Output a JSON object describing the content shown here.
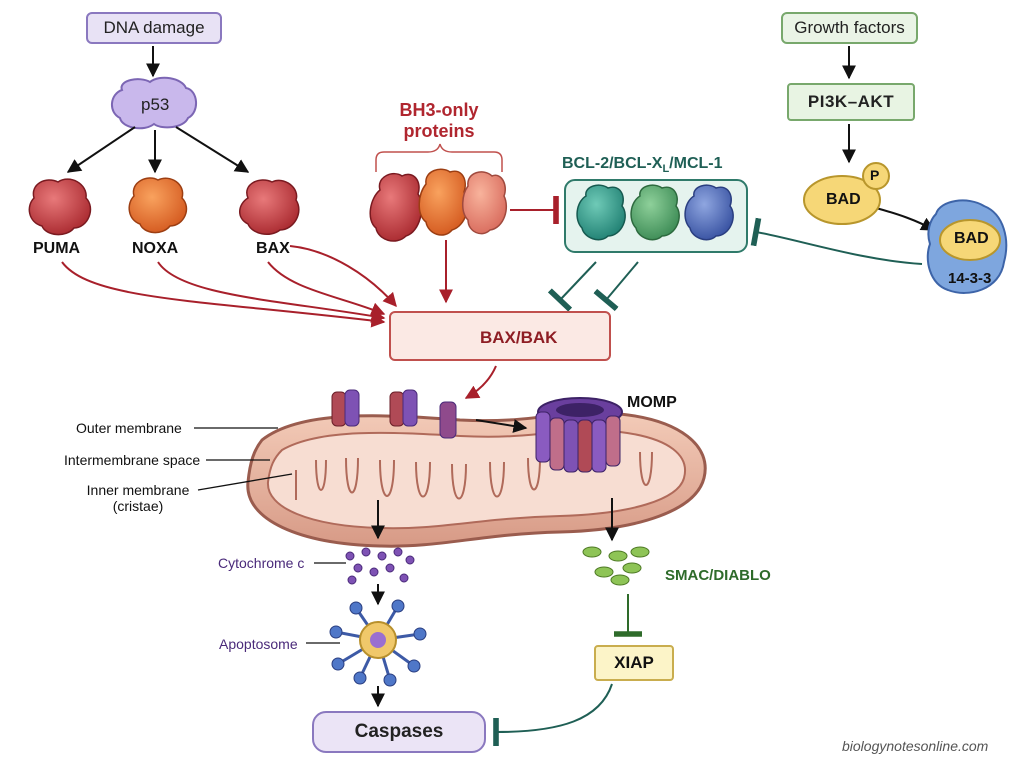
{
  "diagram": {
    "upstream": {
      "dna_damage": "DNA damage",
      "p53": "p53",
      "puma": "PUMA",
      "noxa": "NOXA",
      "bax": "BAX"
    },
    "bh3_only": "BH3-only proteins",
    "anti_apoptotic": "BCL-2/BCL-X",
    "anti_apoptotic_sub": "L",
    "anti_apoptotic_tail": "/MCL-1",
    "effectors": "BAX/BAK",
    "growth_factor_branch": {
      "growth_factors": "Growth factors",
      "pi3k_akt": "PI3K–AKT",
      "bad": "BAD",
      "phospho": "P",
      "bad_bound": "BAD",
      "protein_1433": "14-3-3"
    },
    "mitochondrion": {
      "momp": "MOMP",
      "outer_membrane": "Outer membrane",
      "intermembrane_space": "Intermembrane space",
      "inner_membrane": "Inner membrane (cristae)"
    },
    "downstream": {
      "cytochrome_c": "Cytochrome c",
      "apoptosome": "Apoptosome",
      "smac": "SMAC/DIABLO",
      "xiap": "XIAP",
      "caspases": "Caspases"
    },
    "credit": "biologynotesonline.com",
    "colors": {
      "activation_red": "#a8202b",
      "inhibition_teal": "#1f5f55",
      "smac_green": "#2e6b2a",
      "arrow_black": "#111111"
    }
  }
}
